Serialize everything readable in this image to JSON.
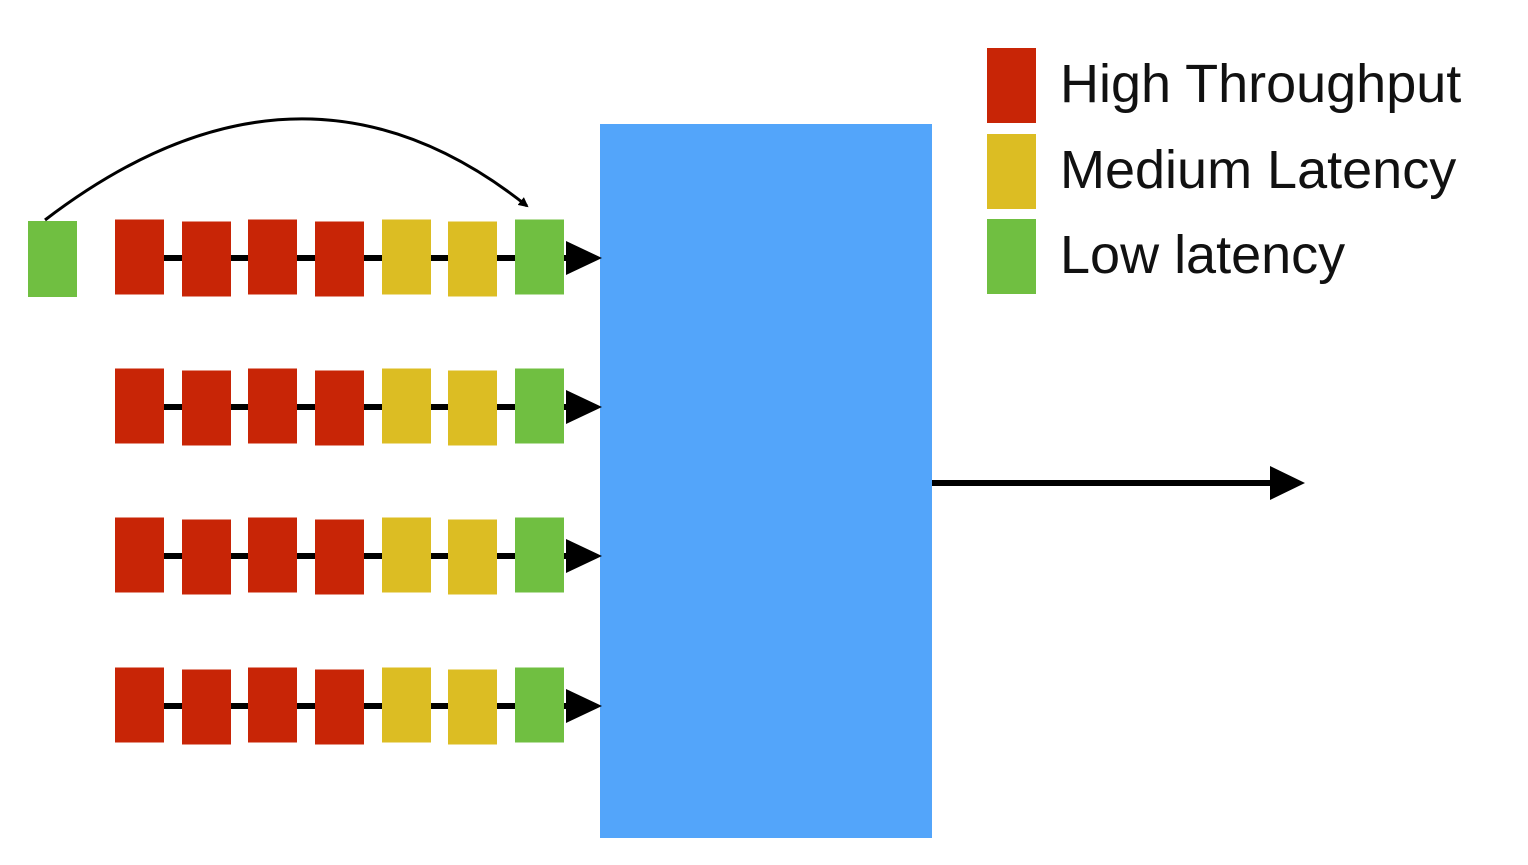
{
  "colors": {
    "high_throughput": "#c82506",
    "medium_latency": "#dcbd23",
    "low_latency": "#70bf41",
    "scheduler": "#53a5fa",
    "arrow": "#000000"
  },
  "legend": {
    "items": [
      {
        "label": "High Throughput",
        "color_key": "high_throughput"
      },
      {
        "label": "Medium Latency",
        "color_key": "medium_latency"
      },
      {
        "label": "Low latency",
        "color_key": "low_latency"
      }
    ]
  },
  "queues": [
    {
      "blocks": [
        "high_throughput",
        "high_throughput",
        "high_throughput",
        "high_throughput",
        "medium_latency",
        "medium_latency",
        "low_latency"
      ]
    },
    {
      "blocks": [
        "high_throughput",
        "high_throughput",
        "high_throughput",
        "high_throughput",
        "medium_latency",
        "medium_latency",
        "low_latency"
      ]
    },
    {
      "blocks": [
        "high_throughput",
        "high_throughput",
        "high_throughput",
        "high_throughput",
        "medium_latency",
        "medium_latency",
        "low_latency"
      ]
    },
    {
      "blocks": [
        "high_throughput",
        "high_throughput",
        "high_throughput",
        "high_throughput",
        "medium_latency",
        "medium_latency",
        "low_latency"
      ]
    }
  ],
  "incoming_request": {
    "color_key": "low_latency"
  }
}
